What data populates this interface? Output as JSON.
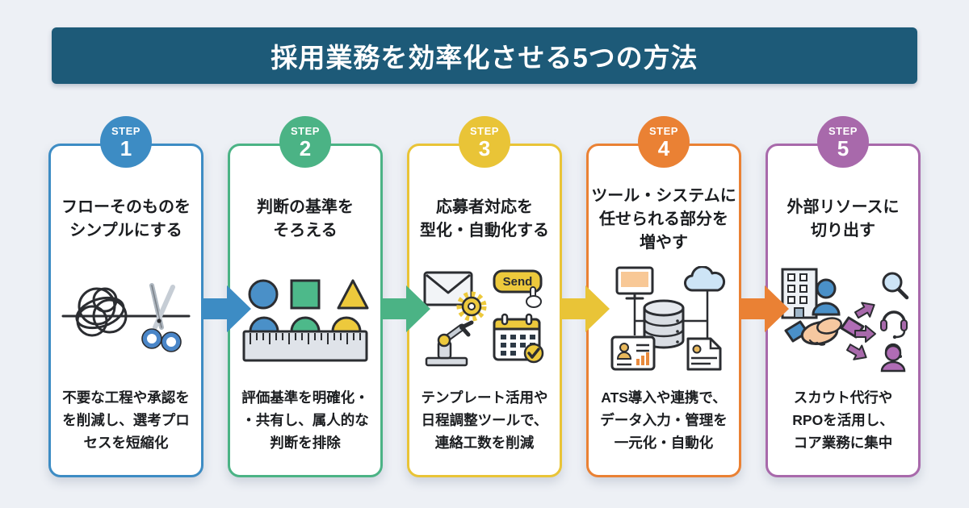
{
  "page": {
    "background_color": "#edf0f5"
  },
  "header": {
    "title": "採用業務を効率化させる5つの方法",
    "background_color": "#1d5a78",
    "text_color": "#ffffff"
  },
  "steps": [
    {
      "badge_label": "STEP",
      "badge_number": "1",
      "accent_color": "#3d8cc4",
      "title": "フローそのものを\nシンプルにする",
      "description": "不要な工程や承認を\nを削減し、選考プロ\nセスを短縮化",
      "icon": "tangled-flow-scissors-icon"
    },
    {
      "badge_label": "STEP",
      "badge_number": "2",
      "accent_color": "#4bb385",
      "title": "判断の基準を\nそろえる",
      "description": "評価基準を明確化・\n・共有し、属人的な\n判断を排除",
      "icon": "ruler-shapes-icon"
    },
    {
      "badge_label": "STEP",
      "badge_number": "3",
      "accent_color": "#e9c437",
      "title": "応募者対応を\n型化・自動化する",
      "description": "テンプレート活用や\n日程調整ツールで、\n連絡工数を削減",
      "icon": "automation-tools-icon",
      "send_button_label": "Send"
    },
    {
      "badge_label": "STEP",
      "badge_number": "4",
      "accent_color": "#ea8134",
      "title": "ツール・システムに\n任せられる部分を\n増やす",
      "description": "ATS導入や連携で、\nデータ入力・管理を\n一元化・自動化",
      "icon": "system-network-icon"
    },
    {
      "badge_label": "STEP",
      "badge_number": "5",
      "accent_color": "#a869ab",
      "title": "外部リソースに\n切り出す",
      "description": "スカウト代行や\nRPOを活用し、\nコア業務に集中",
      "icon": "outsourcing-handshake-icon"
    }
  ],
  "arrows": [
    {
      "direction": "right",
      "color": "#3d8cc4"
    },
    {
      "direction": "right",
      "color": "#4bb385"
    },
    {
      "direction": "right",
      "color": "#e9c437"
    },
    {
      "direction": "right",
      "color": "#ea8134"
    }
  ]
}
